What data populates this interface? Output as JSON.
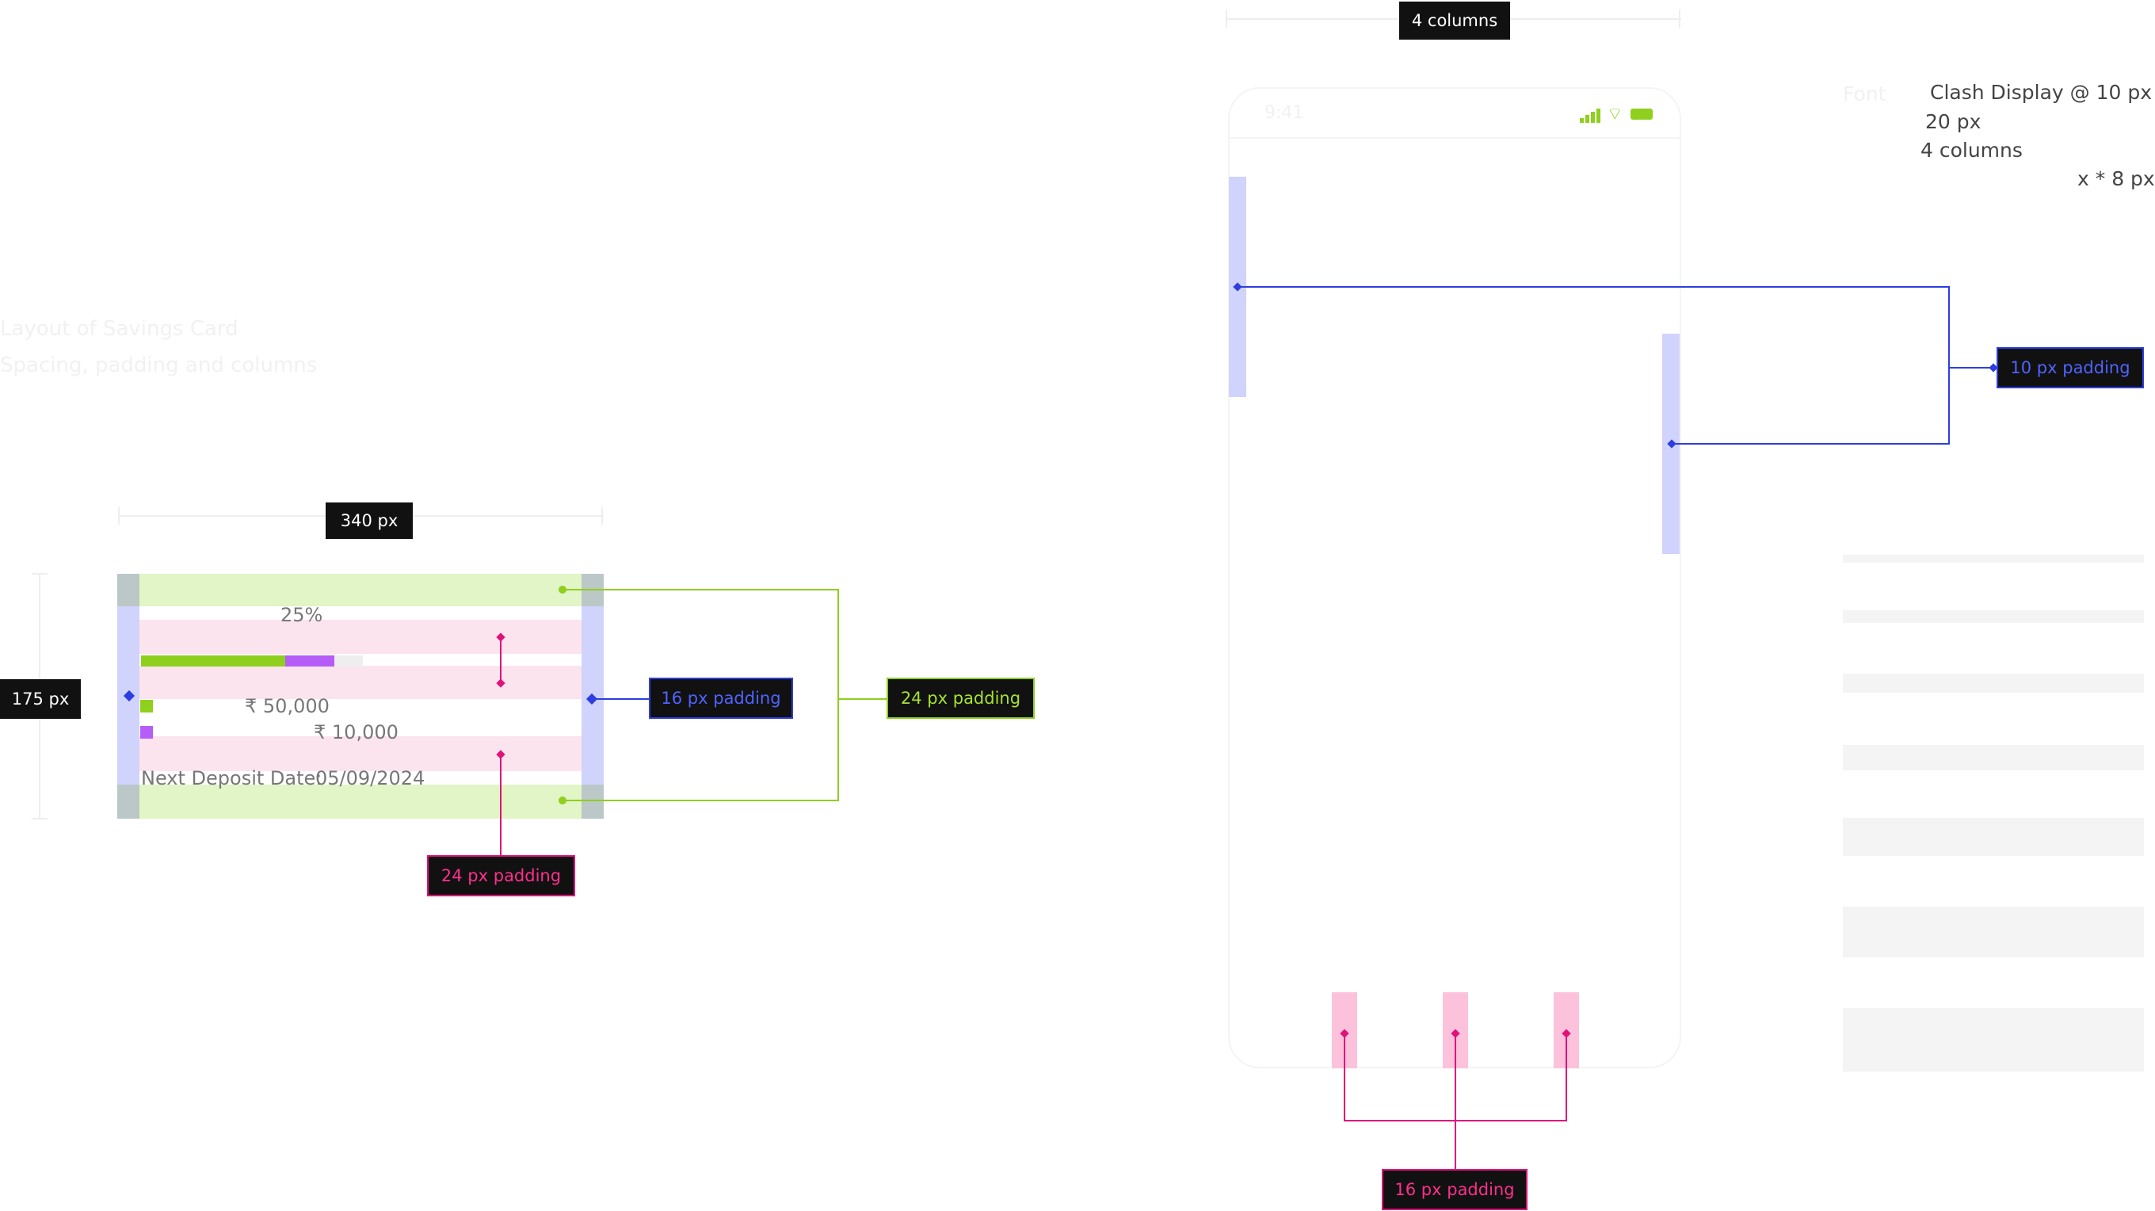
{
  "measure": {
    "width_label": "340 px",
    "height_label": "175 px",
    "columns_label": "4 columns"
  },
  "card": {
    "percent": "25%",
    "progress_fraction": 0.65,
    "amount_primary": "₹ 50,000",
    "amount_secondary": "₹ 10,000",
    "next_deposit_label": "Next Deposit Date:",
    "next_deposit_date": "05/09/2024"
  },
  "callouts": {
    "inner_padding": "16 px padding",
    "outer_padding": "24 px padding",
    "row_padding": "24 px padding",
    "phone_side_padding": "10 px padding",
    "gutter_padding": "16 px padding"
  },
  "phone": {
    "time": "9:41"
  },
  "specs": {
    "font": "Clash Display @ 10 px",
    "margin": "20 px",
    "grid": "4 columns",
    "spacing": "x * 8 px"
  },
  "faded_note": {
    "line1": "Layout of Savings Card",
    "line2": "Spacing, padding and columns"
  },
  "colors": {
    "green": "#8fcf1e",
    "blue": "#2d3ee0",
    "pink": "#e0127a",
    "purple": "#b65cf7",
    "column_fill": "#d0d3fb",
    "gutter_fill": "#fcc2dc"
  }
}
